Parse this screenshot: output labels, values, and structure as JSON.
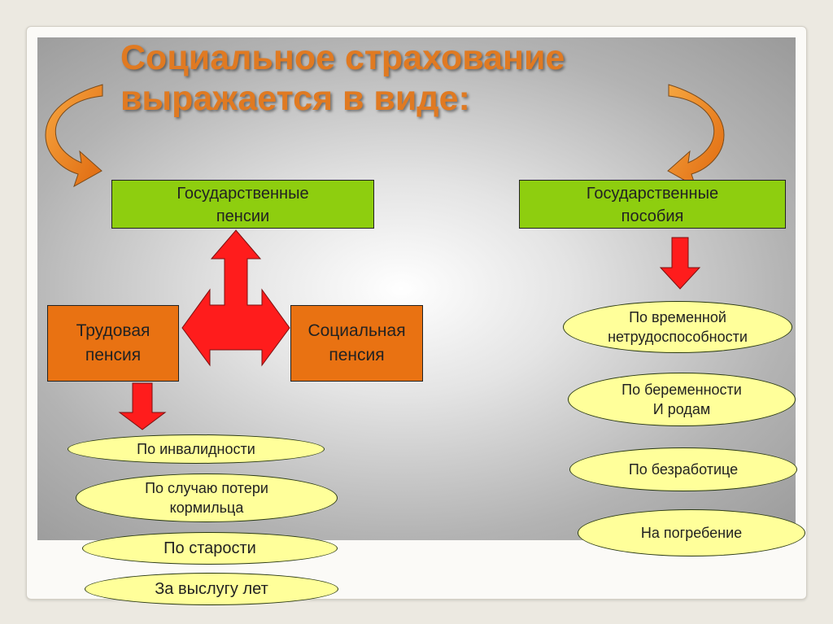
{
  "title": {
    "line1": "Социальное страхование",
    "line2": "выражается в виде:"
  },
  "colors": {
    "title": "#e07a22",
    "green_box": "#8ece0f",
    "orange_box": "#e97212",
    "ellipse": "#ffff9a",
    "red_arrow": "#ff1c1c"
  },
  "boxes": {
    "pensions": {
      "line1": "Государственные",
      "line2": "пенсии"
    },
    "benefits": {
      "line1": "Государственные",
      "line2": "пособия"
    },
    "labour_pension": {
      "line1": "Трудовая",
      "line2": "пенсия"
    },
    "social_pension": {
      "line1": "Социальная",
      "line2": "пенсия"
    }
  },
  "pension_types": [
    {
      "line1": "По инвалидности"
    },
    {
      "line1": "По случаю потери",
      "line2": "кормильца"
    },
    {
      "line1": "По старости"
    },
    {
      "line1": "За выслугу лет"
    }
  ],
  "benefit_types": [
    {
      "line1": "По временной",
      "line2": "нетрудоспособности"
    },
    {
      "line1": "По беременности",
      "line2": "И родам"
    },
    {
      "line1": "По безработице"
    },
    {
      "line1": "На погребение"
    }
  ]
}
